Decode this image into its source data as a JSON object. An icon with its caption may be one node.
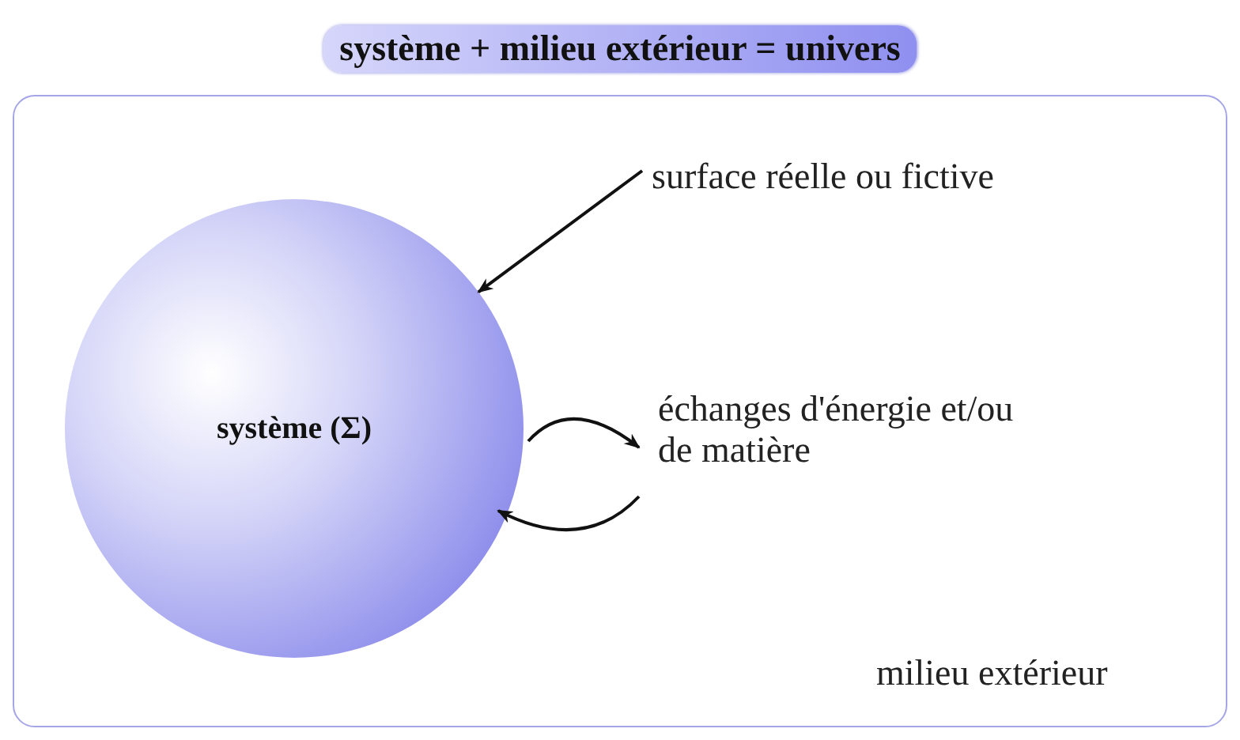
{
  "diagram": {
    "title": "système + milieu extérieur = univers",
    "nodes": [
      {
        "text": [
          "milieu extérieur"
        ]
      },
      {
        "text": [
          "système (Σ)"
        ],
        "in": 0
      },
      {
        "text": [
          "surface réelle ou fictive"
        ],
        "in": 0
      },
      {
        "text": [
          "échanges d'énergie et/ou de matière"
        ],
        "in": 0
      }
    ],
    "edges": [
      {
        "from": 2,
        "to": 1,
        "arrow": "to"
      },
      {
        "from": 1,
        "to": 3,
        "arrow": "to"
      },
      {
        "from": 3,
        "to": 1,
        "arrow": "to"
      }
    ]
  }
}
